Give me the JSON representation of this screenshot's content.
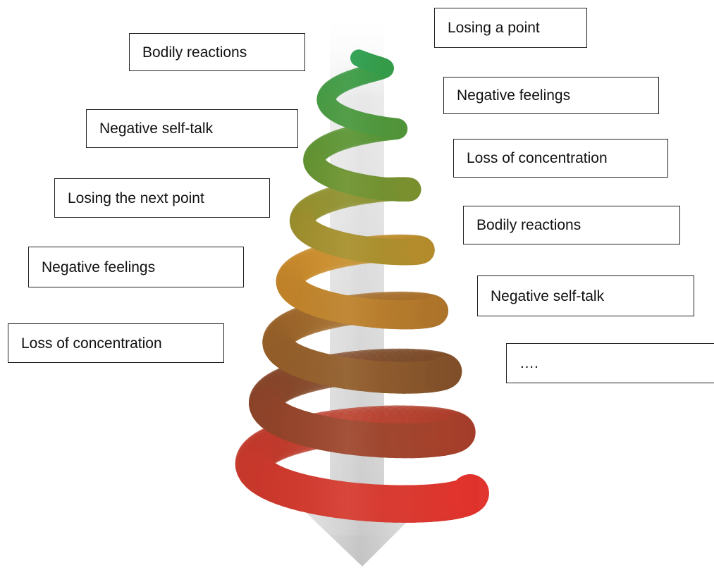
{
  "spiral": {
    "colors": {
      "top": "#2a9a4a",
      "upper": "#5f8f2e",
      "middle": "#c98a2a",
      "lower": "#7a4a2a",
      "bottom": "#e2362f",
      "arrow": "#cfcfcf"
    }
  },
  "labels": [
    "Losing a point",
    "Bodily reactions",
    "Negative feelings",
    "Negative self-talk",
    "Loss of concentration",
    "Losing the next point",
    "Bodily reactions",
    "Negative feelings",
    "Negative self-talk",
    "Loss of concentration",
    "…."
  ]
}
